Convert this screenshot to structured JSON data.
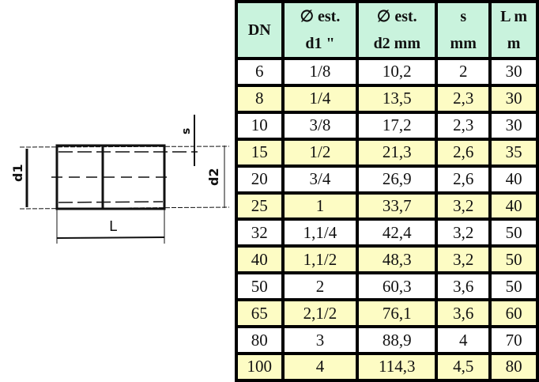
{
  "drawing": {
    "labels": {
      "d1": "d1",
      "d2": "d2",
      "s": "s",
      "L": "L"
    }
  },
  "table": {
    "headers": [
      {
        "line1": "DN",
        "line2": ""
      },
      {
        "line1": "∅ est.",
        "line2": "d1  \""
      },
      {
        "line1": "∅ est.",
        "line2": "d2 mm"
      },
      {
        "line1": "s",
        "line2": "mm"
      },
      {
        "line1": "L m",
        "line2": "m"
      }
    ],
    "rows": [
      [
        "6",
        "1/8",
        "10,2",
        "2",
        "30"
      ],
      [
        "8",
        "1/4",
        "13,5",
        "2,3",
        "30"
      ],
      [
        "10",
        "3/8",
        "17,2",
        "2,3",
        "30"
      ],
      [
        "15",
        "1/2",
        "21,3",
        "2,6",
        "35"
      ],
      [
        "20",
        "3/4",
        "26,9",
        "2,6",
        "40"
      ],
      [
        "25",
        "1",
        "33,7",
        "3,2",
        "40"
      ],
      [
        "32",
        "1,1/4",
        "42,4",
        "3,2",
        "50"
      ],
      [
        "40",
        "1,1/2",
        "48,3",
        "3,2",
        "50"
      ],
      [
        "50",
        "2",
        "60,3",
        "3,6",
        "50"
      ],
      [
        "65",
        "2,1/2",
        "76,1",
        "3,6",
        "60"
      ],
      [
        "80",
        "3",
        "88,9",
        "4",
        "70"
      ],
      [
        "100",
        "4",
        "114,3",
        "4,5",
        "80"
      ]
    ]
  },
  "colors": {
    "header": "#c9f3dd",
    "stripe": "#fdfcc4"
  }
}
